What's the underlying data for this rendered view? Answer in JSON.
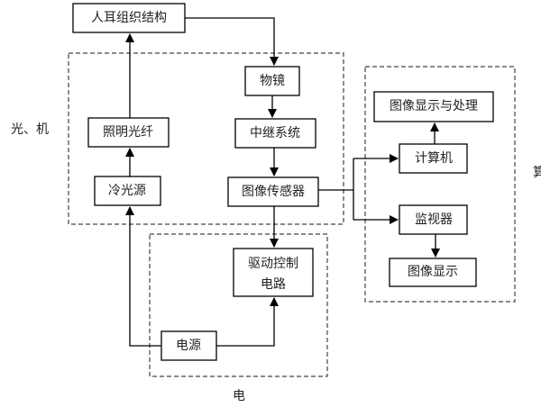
{
  "groups": {
    "optical_mechanical": "光、机",
    "electrical": "电",
    "computing": "算"
  },
  "nodes": {
    "ear_tissue": "人耳组织结构",
    "objective": "物镜",
    "relay_system": "中继系统",
    "image_sensor": "图像传感器",
    "illumination_fiber": "照明光纤",
    "cold_light_source": "冷光源",
    "drive_circuit_line1": "驱动控制",
    "drive_circuit_line2": "电路",
    "power_supply": "电源",
    "image_display_processing": "图像显示与处理",
    "computer": "计算机",
    "monitor": "监视器",
    "image_display": "图像显示"
  }
}
